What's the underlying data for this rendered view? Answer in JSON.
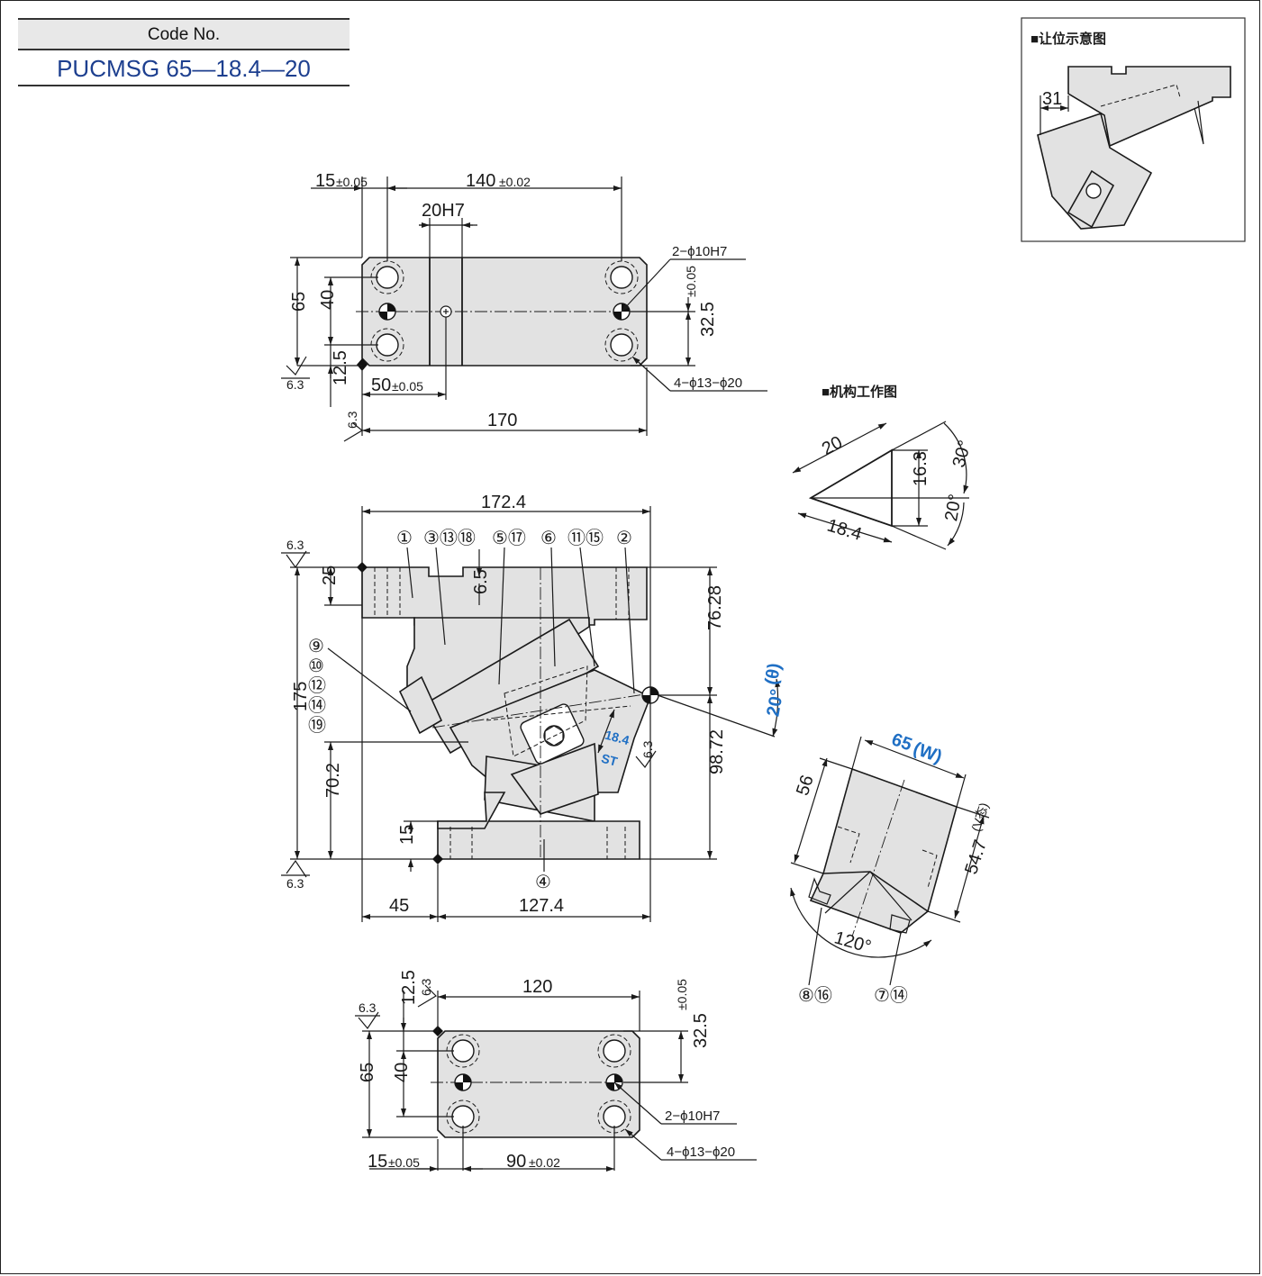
{
  "code": {
    "label": "Code No.",
    "value": "PUCMSG 65—18.4—20"
  },
  "inset": {
    "title": "■让位示意图",
    "dim": "31"
  },
  "mechanism": {
    "title": "■机构工作图",
    "side20": "20",
    "side18": "18.4",
    "height": "16.3",
    "ang30": "30°",
    "ang20": "20°"
  },
  "top_view": {
    "d15": "15",
    "d15_tol": "±0.05",
    "d140": "140",
    "d140_tol": "±0.02",
    "d20h7": "20H7",
    "d65": "65",
    "d40": "40",
    "d12_5": "12.5",
    "d50": "50",
    "d50_tol": "±0.05",
    "d170": "170",
    "d32_5": "32.5",
    "d32_5_tol": "±0.05",
    "hole1": "2−ϕ10H7",
    "hole2": "4−ϕ13−ϕ20",
    "rough": "6.3"
  },
  "front_view": {
    "d172_4": "172.4",
    "d25": "25",
    "d6_5": "6.5",
    "d175": "175",
    "d70_2": "70.2",
    "d15": "15",
    "d45": "45",
    "d127_4": "127.4",
    "d76_28": "76.28",
    "d98_72": "98.72",
    "angle": "20°",
    "angle_sym": "(θ)",
    "st_val": "18.4",
    "st": "ST",
    "rough": "6.3",
    "parts_top": [
      "①",
      "③⑬⑱",
      "⑤⑰",
      "⑥",
      "⑪⑮",
      "②"
    ],
    "parts_left": [
      "⑨",
      "⑩",
      "⑫",
      "⑭",
      "⑲"
    ],
    "part_bottom": "④"
  },
  "side_view": {
    "w": "65",
    "w_sym": "(W)",
    "d56": "56",
    "d54_7": "54.7",
    "v_sym": "(V态)",
    "ang120": "120°",
    "part_left": "⑧⑯",
    "part_right": "⑦⑭"
  },
  "bottom_view": {
    "d120": "120",
    "d12_5": "12.5",
    "d65": "65",
    "d40": "40",
    "d32_5": "32.5",
    "d32_5_tol": "±0.05",
    "d15": "15",
    "d15_tol": "±0.05",
    "d90": "90",
    "d90_tol": "±0.02",
    "hole1": "2−ϕ10H7",
    "hole2": "4−ϕ13−ϕ20",
    "rough": "6.3"
  }
}
